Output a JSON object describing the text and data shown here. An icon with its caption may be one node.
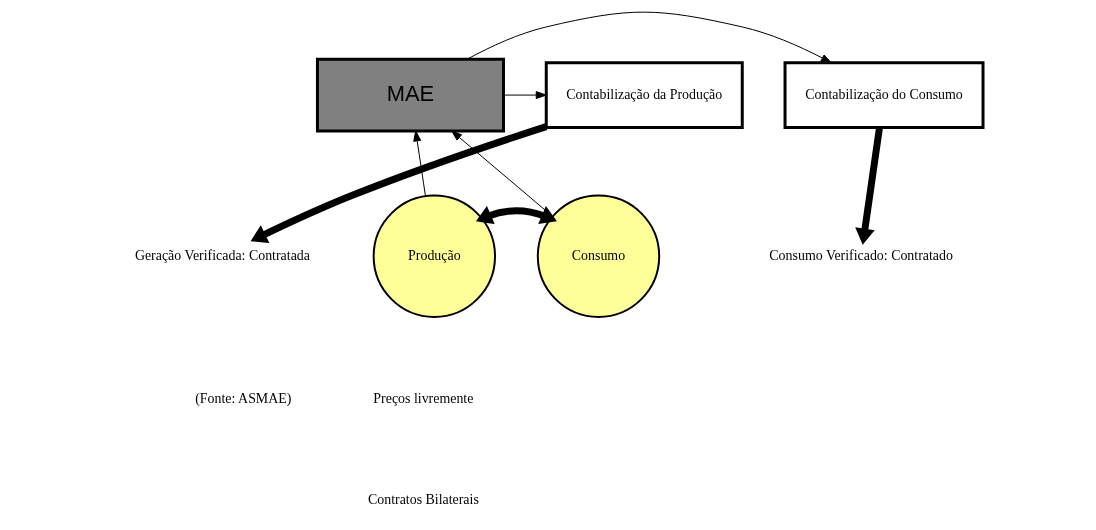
{
  "diagram": {
    "nodes": [
      {
        "text": [
          "Contabilização da Produção"
        ]
      },
      {
        "text": [
          "MAE"
        ]
      },
      {
        "text": [
          "Contabilização do Consumo"
        ]
      },
      {
        "text": [
          "Geração Verificada: Contratada"
        ]
      },
      {
        "text": [
          "Produção"
        ]
      },
      {
        "text": [
          "Consumo"
        ]
      },
      {
        "text": [
          "Consumo Verificado: Contratado"
        ]
      }
    ],
    "edges": [
      {
        "from": 1,
        "to": 0,
        "arrow": "to"
      },
      {
        "from": 1,
        "to": 2,
        "arrow": "to"
      },
      {
        "from": 0,
        "to": 3,
        "arrow": "to",
        "style": "thick"
      },
      {
        "from": 2,
        "to": 6,
        "arrow": "to",
        "style": "thick"
      },
      {
        "from": 4,
        "to": 1,
        "arrow": "to"
      },
      {
        "from": 5,
        "to": 1,
        "arrow": "to"
      },
      {
        "from": 4,
        "to": 5,
        "arrow": "both",
        "style": "thick"
      }
    ],
    "labels": [
      "Preços livremente",
      "Contratos Bilaterais",
      "(Fonte: ASMAE)"
    ]
  }
}
